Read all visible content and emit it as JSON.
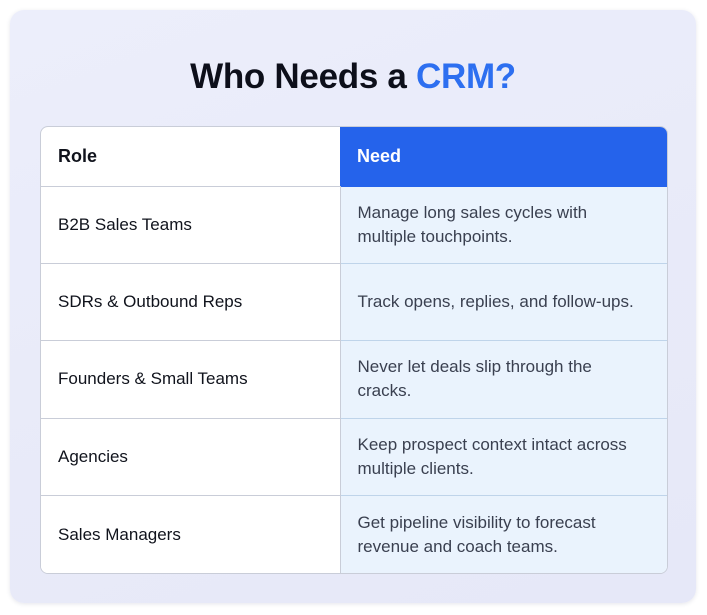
{
  "title": {
    "prefix": "Who Needs a ",
    "accent": "CRM?",
    "accent_color": "#2d6ff0"
  },
  "table": {
    "headers": {
      "role": "Role",
      "need": "Need"
    },
    "header_accent_color": "#2563eb",
    "rows": [
      {
        "role": "B2B Sales Teams",
        "need": "Manage long sales cycles with multiple touchpoints."
      },
      {
        "role": "SDRs & Outbound Reps",
        "need": "Track opens, replies, and follow-ups."
      },
      {
        "role": "Founders & Small Teams",
        "need": "Never let deals slip through the cracks."
      },
      {
        "role": "Agencies",
        "need": "Keep prospect context intact across multiple clients."
      },
      {
        "role": "Sales Managers",
        "need": "Get pipeline visibility to forecast revenue and coach teams."
      }
    ]
  }
}
